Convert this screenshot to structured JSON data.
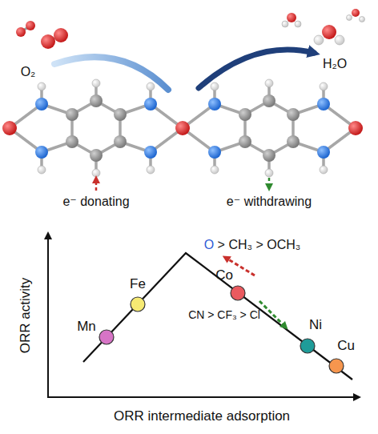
{
  "diagram": {
    "labels": [
      "O₂",
      "H₂O",
      "e⁻ donating",
      "e⁻ withdrawing",
      "ORR activity",
      "O > CH₃ > OCH₃",
      "Mn",
      "Fe",
      "Co",
      "CN > CF₃ > Cl",
      "Ni",
      "Cu",
      "ORR intermediate adsorption"
    ]
  }
}
